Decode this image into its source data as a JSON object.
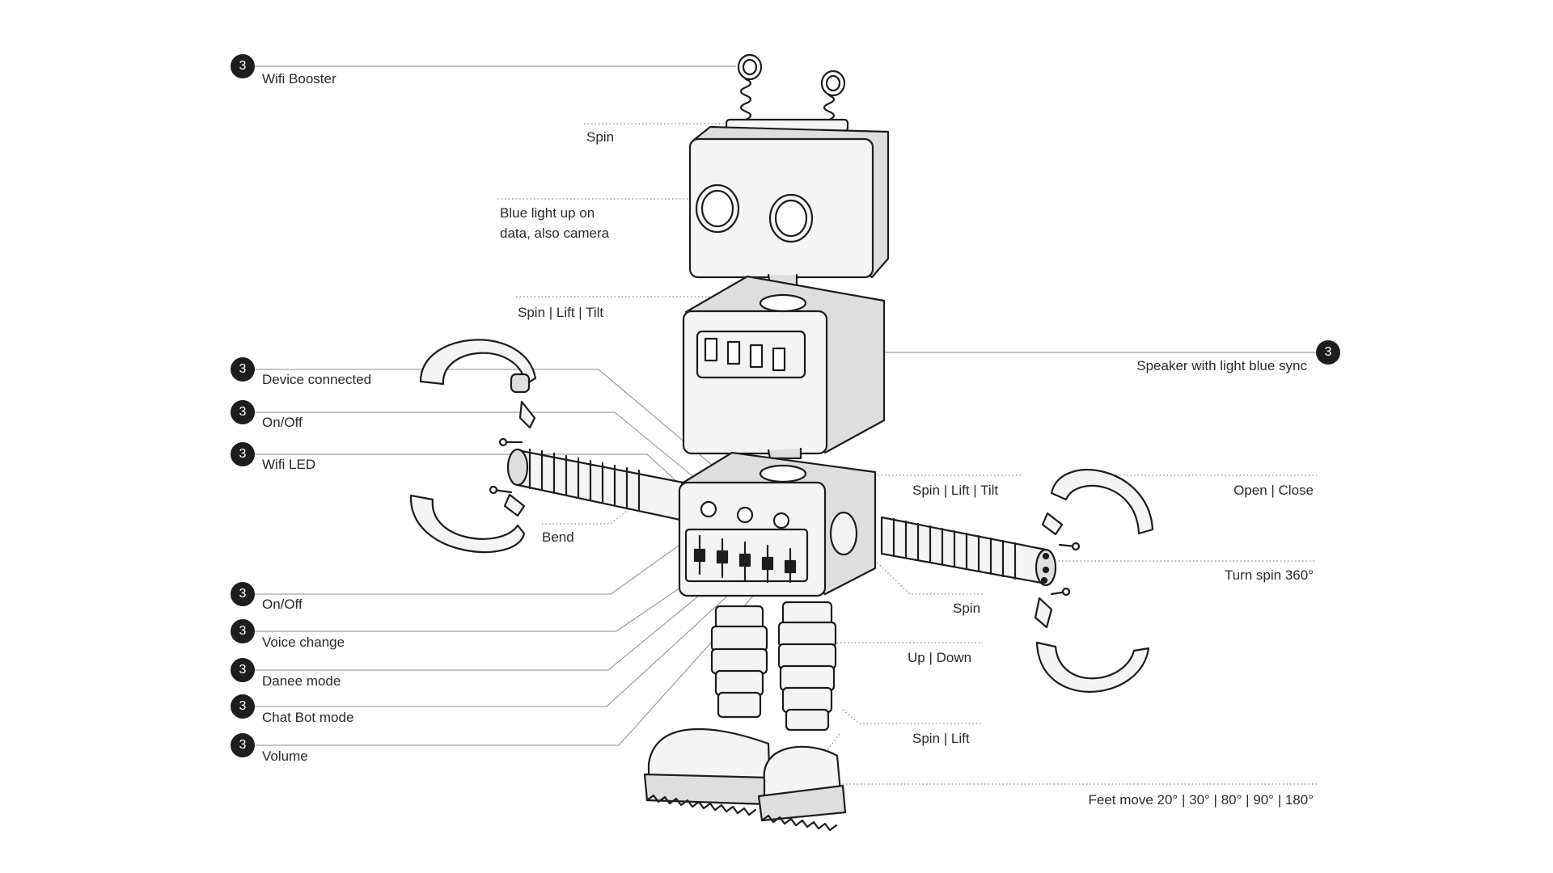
{
  "badge_number": "3",
  "labels": {
    "wifi_booster": "Wifi Booster",
    "antenna_spin": "Spin",
    "eyes_line1": "Blue light up on",
    "eyes_line2": "data, also camera",
    "neck_motion": "Spin  |  Lift  |  Tilt",
    "speaker": "Speaker with light blue sync",
    "device_connected": "Device connected",
    "on_off_top": "On/Off",
    "wifi_led": "Wifi LED",
    "bend": "Bend",
    "arm_motion": "Spin  |  Lift  |  Tilt",
    "open_close": "Open  |  Close",
    "turn_spin": "Turn spin 360°",
    "hip_spin": "Spin",
    "on_off_bottom": "On/Off",
    "voice_change": "Voice change",
    "dance_mode": "Danee mode",
    "chat_bot_mode": "Chat Bot mode",
    "volume": "Volume",
    "up_down": "Up  |  Down",
    "foot_motion": "Spin  |  Lift",
    "feet_move": "Feet move 20°  |  30°  |  80° |  90°  |  180°"
  },
  "colors": {
    "line": "#8a8a8a",
    "ink": "#1d1d1d",
    "fill": "#f4f4f4",
    "shade": "#dedede"
  }
}
